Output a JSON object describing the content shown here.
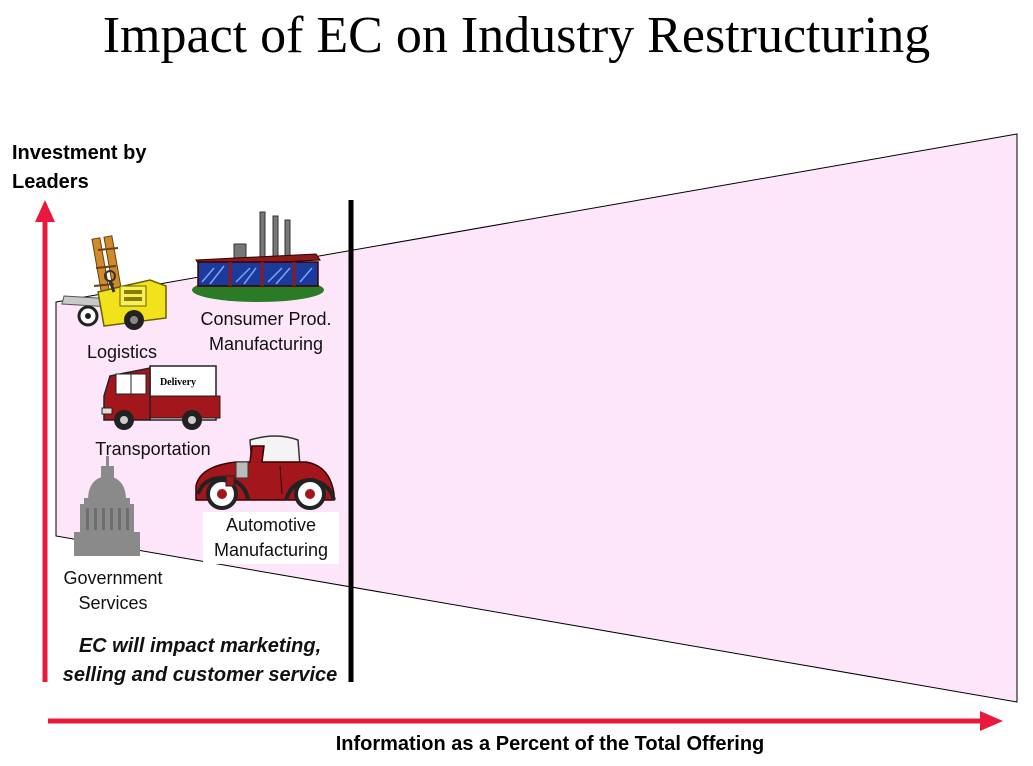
{
  "title": "Impact of EC on Industry Restructuring",
  "axes": {
    "y_label": "Investment by Leaders",
    "x_label": "Information as a Percent of the Total Offering"
  },
  "industries": {
    "logistics": "Logistics",
    "consumer": "Consumer Prod. Manufacturing",
    "transportation": "Transportation",
    "automotive": "Automotive Manufacturing",
    "government": "Government Services"
  },
  "truck_text": "Delivery",
  "note": "EC will impact marketing, selling and customer service",
  "icons": {
    "logistics": "forklift-icon",
    "consumer": "factory-icon",
    "transportation": "delivery-truck-icon",
    "automotive": "vintage-car-icon",
    "government": "capitol-building-icon"
  },
  "colors": {
    "axis_arrow": "#e8193c",
    "wedge_fill": "#fde6fa",
    "divider": "#000000"
  }
}
